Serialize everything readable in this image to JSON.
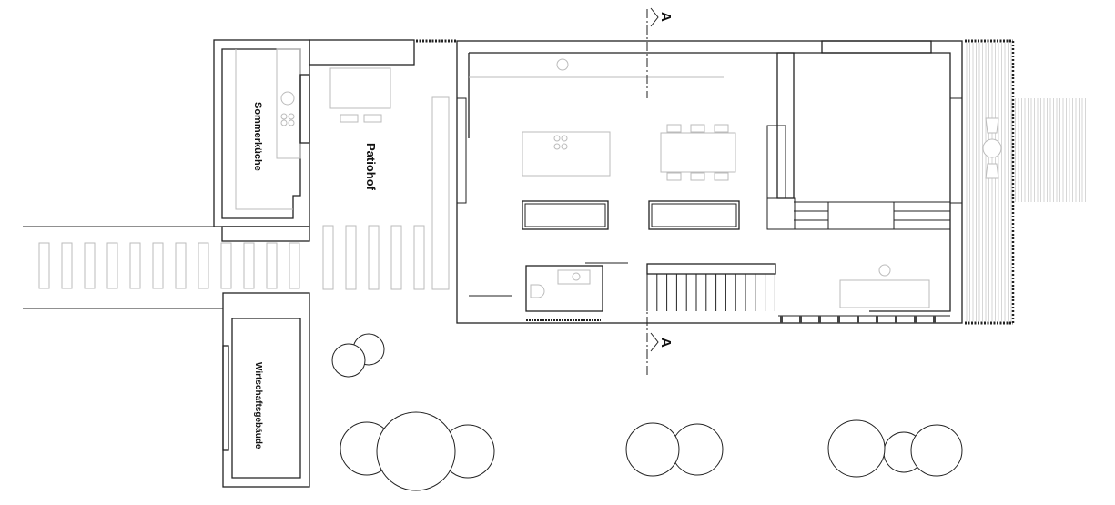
{
  "plan": {
    "rooms": {
      "summer_kitchen": "Sommerküche",
      "patio": "Patiohof",
      "utility_building": "Wirtschaftsgebäude"
    },
    "section_marker_top": "A",
    "section_marker_bottom": "A"
  }
}
